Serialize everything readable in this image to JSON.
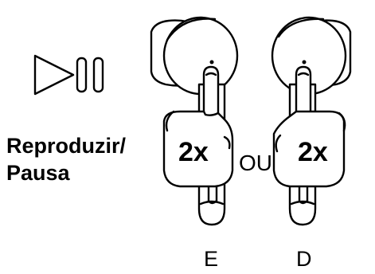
{
  "icons": {
    "play_pause": "play-pause-icon",
    "earbud": "earbud-icon",
    "hand": "pointing-hand-icon"
  },
  "action_label": {
    "line1": "Reproduzir/",
    "line2": "Pausa"
  },
  "left": {
    "tap_count": "2x",
    "side": "E"
  },
  "or_text": "OU",
  "right": {
    "tap_count": "2x",
    "side": "D"
  },
  "colors": {
    "ink": "#000000",
    "background": "#ffffff"
  }
}
